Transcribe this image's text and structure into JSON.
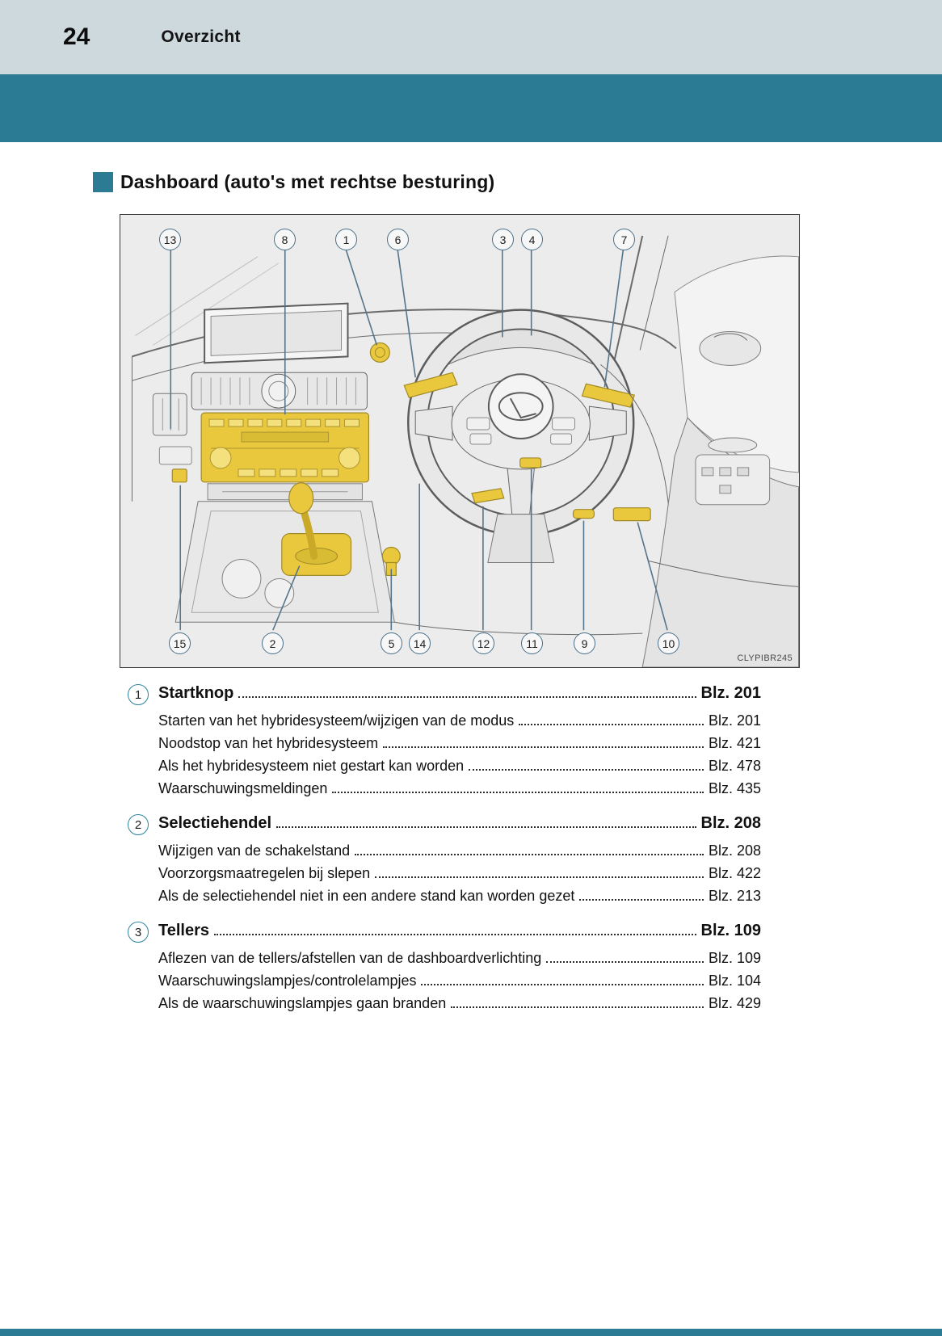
{
  "header": {
    "page_number": "24",
    "section": "Overzicht"
  },
  "heading": "Dashboard (auto's met rechtse besturing)",
  "figure": {
    "code": "CLYPIBR245",
    "callouts_top": [
      "13",
      "8",
      "1",
      "6",
      "3",
      "4",
      "7"
    ],
    "callouts_bottom": [
      "15",
      "2",
      "5",
      "14",
      "12",
      "11",
      "9",
      "10"
    ]
  },
  "toc": [
    {
      "num": "1",
      "title": "Startknop",
      "page": "Blz. 201",
      "subs": [
        {
          "label": "Starten van het hybridesysteem/wijzigen van de modus",
          "page": "Blz. 201"
        },
        {
          "label": "Noodstop van het hybridesysteem",
          "page": "Blz. 421"
        },
        {
          "label": "Als het hybridesysteem niet gestart kan worden",
          "page": "Blz. 478"
        },
        {
          "label": "Waarschuwingsmeldingen",
          "page": "Blz. 435"
        }
      ]
    },
    {
      "num": "2",
      "title": "Selectiehendel",
      "page": "Blz. 208",
      "subs": [
        {
          "label": "Wijzigen van de schakelstand",
          "page": "Blz. 208"
        },
        {
          "label": "Voorzorgsmaatregelen bij slepen",
          "page": "Blz. 422"
        },
        {
          "label": "Als de selectiehendel niet in een andere stand kan worden gezet",
          "page": "Blz. 213"
        }
      ]
    },
    {
      "num": "3",
      "title": "Tellers",
      "page": "Blz. 109",
      "subs": [
        {
          "label": "Aflezen van de tellers/afstellen van de dashboardverlichting",
          "page": "Blz. 109"
        },
        {
          "label": "Waarschuwingslampjes/controlelampjes",
          "page": "Blz. 104"
        },
        {
          "label": "Als de waarschuwingslampjes gaan branden",
          "page": "Blz. 429"
        }
      ]
    }
  ]
}
